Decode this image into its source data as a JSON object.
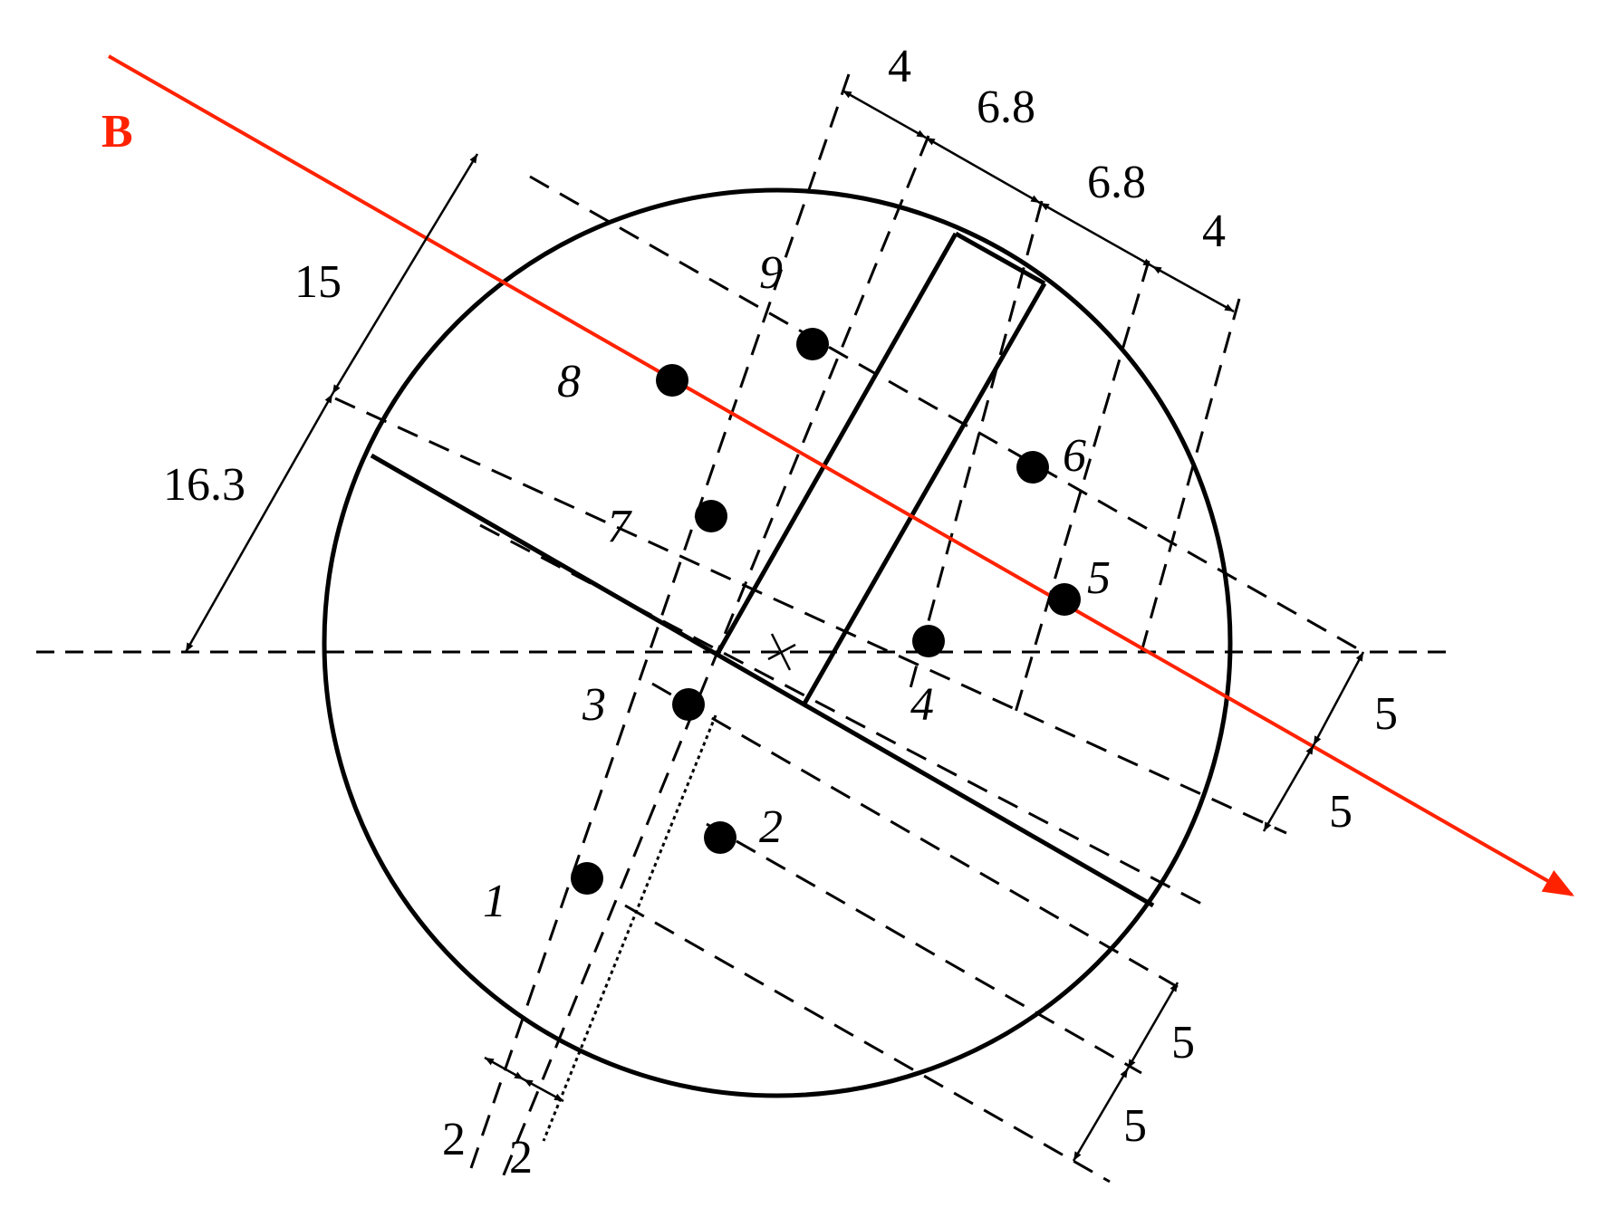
{
  "colors": {
    "force_line": "#ff2200",
    "ink": "#000000"
  },
  "force_label": "B",
  "points": [
    {
      "label": "1"
    },
    {
      "label": "2"
    },
    {
      "label": "3"
    },
    {
      "label": "4"
    },
    {
      "label": "5"
    },
    {
      "label": "6"
    },
    {
      "label": "7"
    },
    {
      "label": "8"
    },
    {
      "label": "9"
    }
  ],
  "dimensions": {
    "top_a": "4",
    "top_b": "6.8",
    "top_c": "6.8",
    "top_d": "4",
    "left_a": "15",
    "left_b": "16.3",
    "right_a": "5",
    "right_b": "5",
    "lower_a": "5",
    "lower_b": "5",
    "bottom_a": "2",
    "bottom_b": "2"
  }
}
